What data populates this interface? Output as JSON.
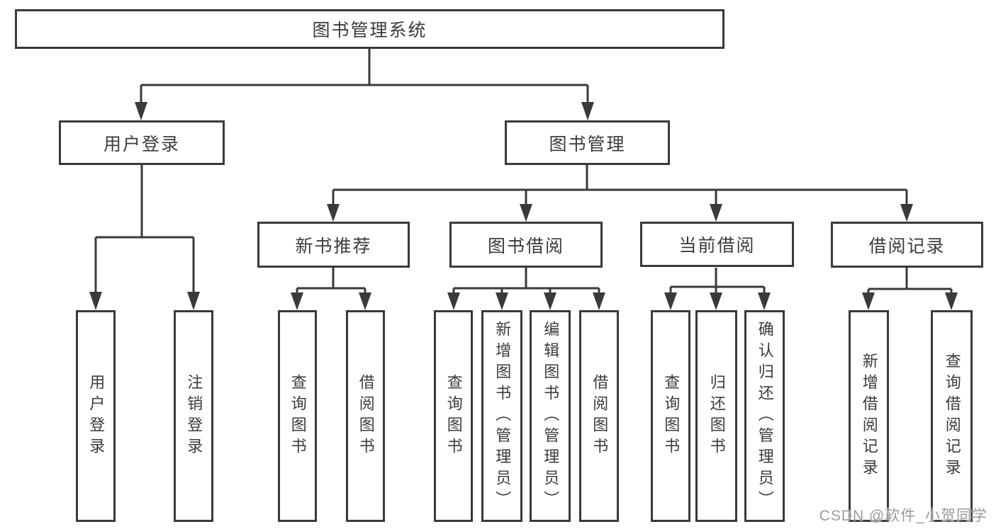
{
  "colors": {
    "line": "#3a3a3a",
    "text": "#3b3b3b",
    "box_background": "#ffffff",
    "watermark": "#9b9b9b"
  },
  "diagram": {
    "root": {
      "label": "图书管理系统"
    },
    "level1": [
      {
        "id": "user-login",
        "label": "用户登录"
      },
      {
        "id": "book-management",
        "label": "图书管理"
      }
    ],
    "level2": [
      {
        "id": "new-book-recommend",
        "label": "新书推荐"
      },
      {
        "id": "book-borrow",
        "label": "图书借阅"
      },
      {
        "id": "current-borrow",
        "label": "当前借阅"
      },
      {
        "id": "borrow-records",
        "label": "借阅记录"
      }
    ],
    "leaves": {
      "user_login": [
        {
          "label": "用户登录"
        },
        {
          "label": "注销登录"
        }
      ],
      "new_book_recommend": [
        {
          "label": "查询图书"
        },
        {
          "label": "借阅图书"
        }
      ],
      "book_borrow": [
        {
          "label": "查询图书"
        },
        {
          "label": "新增图书（管理员）"
        },
        {
          "label": "编辑图书（管理员）"
        },
        {
          "label": "借阅图书"
        }
      ],
      "current_borrow": [
        {
          "label": "查询图书"
        },
        {
          "label": "归还图书"
        },
        {
          "label": "确认归还（管理员）"
        }
      ],
      "borrow_records": [
        {
          "label": "新增借阅记录"
        },
        {
          "label": "查询借阅记录"
        }
      ]
    }
  },
  "watermark": {
    "text": "CSDN @软件_小贺同学"
  }
}
